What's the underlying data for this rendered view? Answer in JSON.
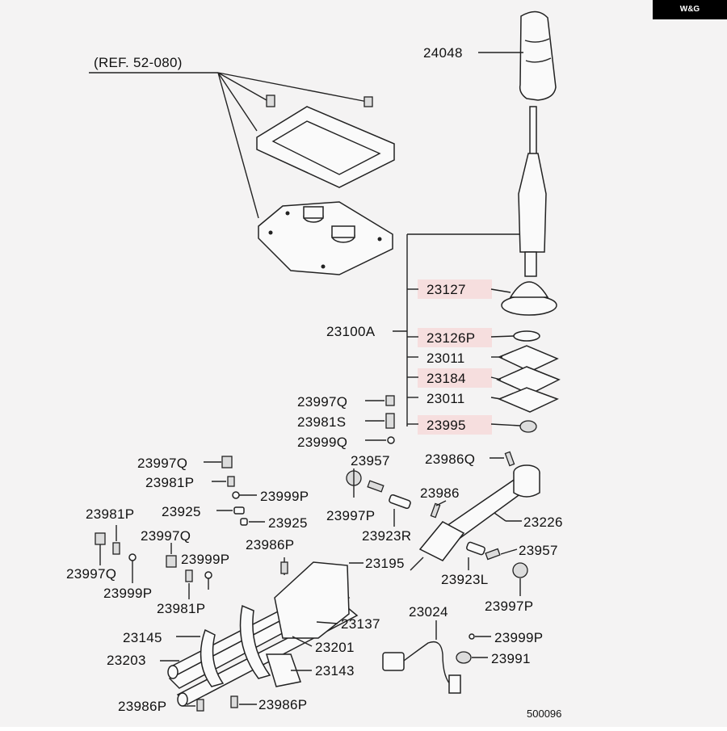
{
  "brand": "W&G",
  "reference": "(REF. 52-080)",
  "diagram_id": "500096",
  "callouts": {
    "knob": "24048",
    "assembly": "23100A",
    "c23127": "23127",
    "c23126p": "23126P",
    "c23011a": "23011",
    "c23184": "23184",
    "c23011b": "23011",
    "c23995": "23995",
    "c23997q_a": "23997Q",
    "c23981s": "23981S",
    "c23999q": "23999Q",
    "c23997q_b": "23997Q",
    "c23981p_a": "23981P",
    "c23999p_a": "23999P",
    "c23925_a": "23925",
    "c23925_b": "23925",
    "c23981p_b": "23981P",
    "c23997q_c": "23997Q",
    "c23999p_b": "23999P",
    "c23997q_d": "23997Q",
    "c23999p_c": "23999P",
    "c23981p_c": "23981P",
    "c23957_a": "23957",
    "c23997p_a": "23997P",
    "c23923r": "23923R",
    "c23986": "23986",
    "c23986q": "23986Q",
    "c23226": "23226",
    "c23957_b": "23957",
    "c23923l": "23923L",
    "c23997p_b": "23997P",
    "c23986p_a": "23986P",
    "c23195": "23195",
    "c23137": "23137",
    "c23201": "23201",
    "c23145": "23145",
    "c23203": "23203",
    "c23143": "23143",
    "c23986p_b": "23986P",
    "c23986p_c": "23986P",
    "c23024": "23024",
    "c23999p_d": "23999P",
    "c23991": "23991"
  }
}
